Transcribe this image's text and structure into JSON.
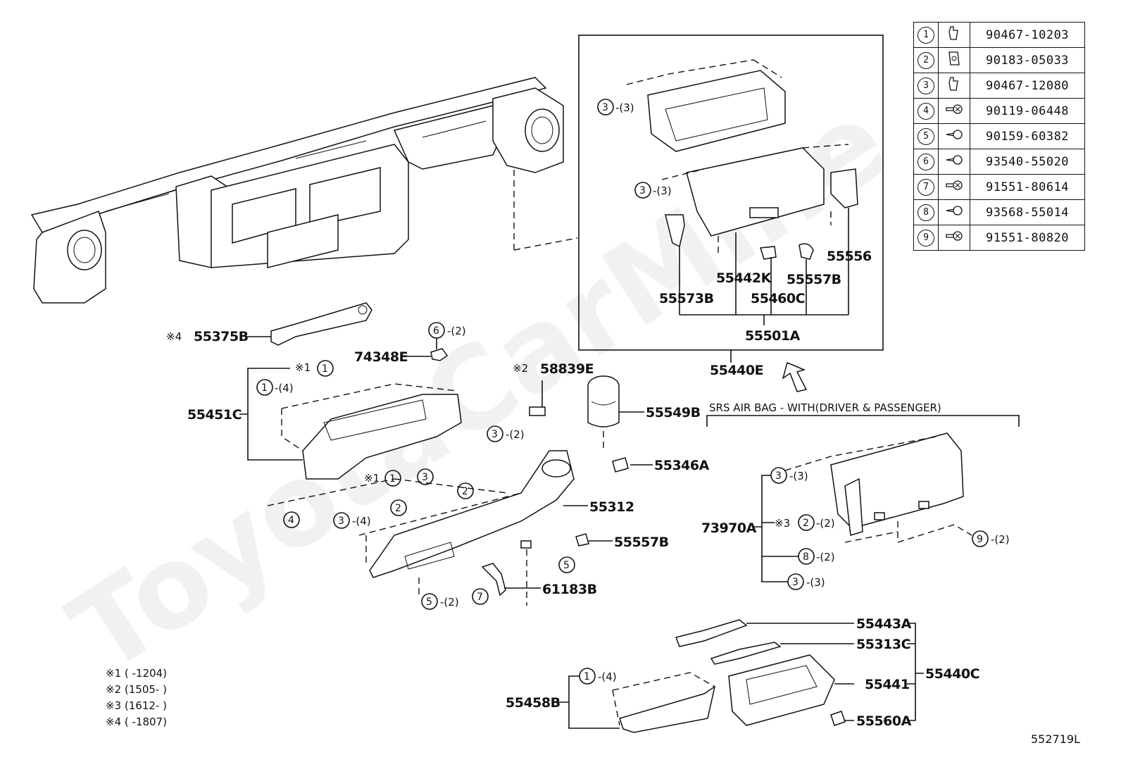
{
  "watermark": "ToyotaCarMine",
  "legend": [
    {
      "n": "1",
      "part": "90467-10203",
      "icon": "clip-icon"
    },
    {
      "n": "2",
      "part": "90183-05033",
      "icon": "nut-clip-icon"
    },
    {
      "n": "3",
      "part": "90467-12080",
      "icon": "clip-icon"
    },
    {
      "n": "4",
      "part": "90119-06448",
      "icon": "bolt-icon"
    },
    {
      "n": "5",
      "part": "90159-60382",
      "icon": "screw-icon"
    },
    {
      "n": "6",
      "part": "93540-55020",
      "icon": "screw-icon"
    },
    {
      "n": "7",
      "part": "91551-80614",
      "icon": "bolt-icon"
    },
    {
      "n": "8",
      "part": "93568-55014",
      "icon": "screw-icon"
    },
    {
      "n": "9",
      "part": "91551-80820",
      "icon": "bolt-icon"
    }
  ],
  "labels": {
    "p55556": "55556",
    "p55442K": "55442K",
    "p55557B_top": "55557B",
    "p55573B": "55573B",
    "p55460C": "55460C",
    "p55501A": "55501A",
    "p55440E": "55440E",
    "p55375B": "55375B",
    "p74348E": "74348E",
    "p58839E": "58839E",
    "p55549B": "55549B",
    "p55451C": "55451C",
    "p55346A": "55346A",
    "p55312": "55312",
    "p55557B": "55557B",
    "p61183B": "61183B",
    "p73970A": "73970A",
    "p55443A": "55443A",
    "p55313C": "55313C",
    "p55440C": "55440C",
    "p55441": "55441",
    "p55560A": "55560A",
    "p55458B": "55458B",
    "srs": "SRS AIR BAG - WITH(DRIVER & PASSENGER)",
    "mark1": "※1",
    "mark2": "※2",
    "mark3": "※3",
    "mark4": "※4"
  },
  "qty": {
    "q3": "-(3)",
    "q4": "-(4)",
    "q2": "-(2)"
  },
  "notes": [
    "※1 (      -1204)",
    "※2 (1505-      )",
    "※3 (1612-      )",
    "※4 (      -1807)"
  ],
  "ref": "552719L"
}
